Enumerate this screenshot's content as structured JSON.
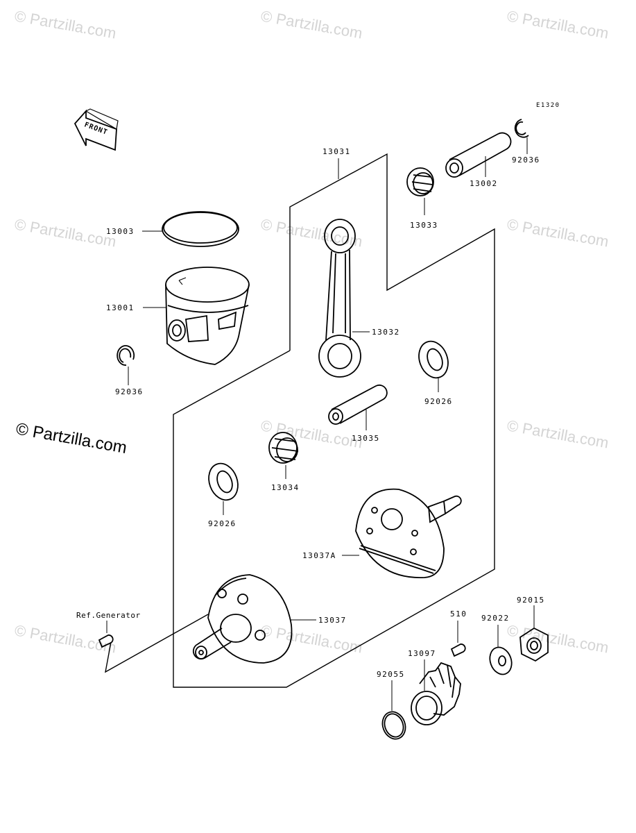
{
  "diagram_code": "E1320",
  "front_label": "FRONT",
  "main_watermark": "© Partzilla.com",
  "watermark_text": "© Partzilla.com",
  "callouts": {
    "p13031": "13031",
    "p13002": "13002",
    "p92036_top": "92036",
    "p13033": "13033",
    "p13003": "13003",
    "p13001": "13001",
    "p13032": "13032",
    "p92036_left": "92036",
    "p92026_right": "92026",
    "p13035": "13035",
    "p13034": "13034",
    "p92026_left": "92026",
    "p13037A": "13037A",
    "ref_generator": "Ref.Generator",
    "p13037": "13037",
    "p510": "510",
    "p92015": "92015",
    "p92022": "92022",
    "p13097": "13097",
    "p92055": "92055"
  }
}
